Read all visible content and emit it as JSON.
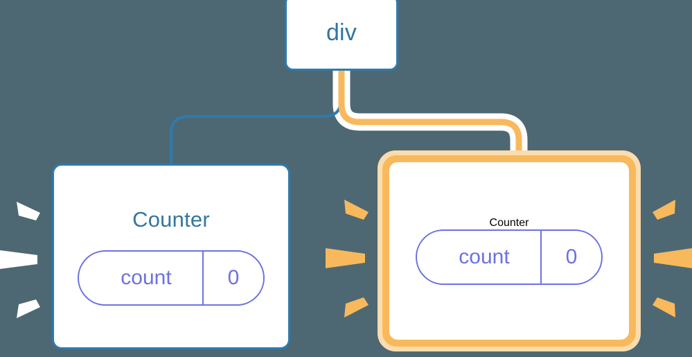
{
  "diagram": {
    "title": "component-tree-rerender",
    "background_color": "#4d6873",
    "accent_blue": "#2e7bae",
    "accent_orange": "#f8b95c",
    "accent_orange_glow": "#fbdcae",
    "accent_purple": "#6b72e0",
    "node_fill": "#ffffff",
    "highlight_ray_white": "#ffffff",
    "highlight_ray_orange": "#f8b95c"
  },
  "root": {
    "label": "div",
    "highlighted": "false"
  },
  "children": [
    {
      "label": "Counter",
      "highlighted": "false",
      "state": {
        "key": "count",
        "value": "0"
      }
    },
    {
      "label": "Counter",
      "highlighted": "true",
      "state": {
        "key": "count",
        "value": "0"
      }
    }
  ],
  "edges": [
    {
      "from": "div",
      "to": "Counter (left)",
      "style": "thin-blue",
      "color": "#2e7bae"
    },
    {
      "from": "div",
      "to": "Counter (right)",
      "style": "thick-orange-highlighted",
      "color": "#f8b95c"
    }
  ],
  "rays": {
    "left_group_color": "#ffffff",
    "middle_group_color": "#f8b95c",
    "right_group_color": "#f8b95c",
    "count_per_group": "3"
  }
}
